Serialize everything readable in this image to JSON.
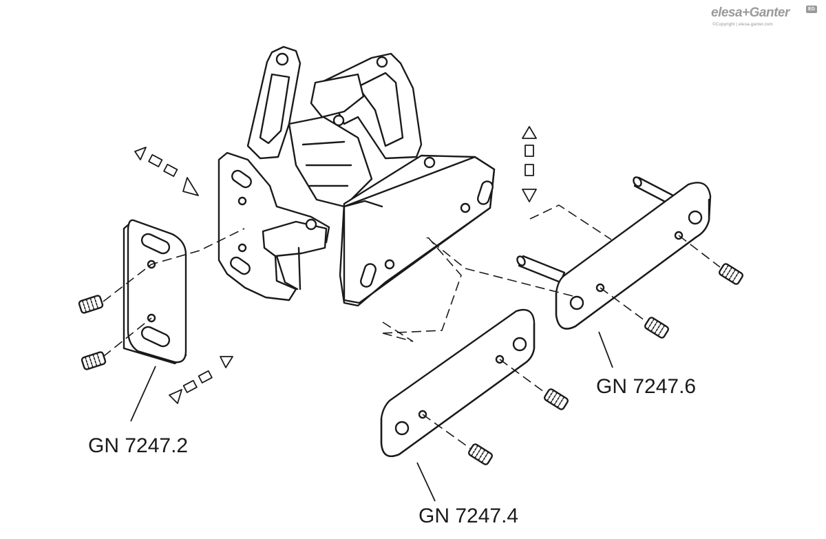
{
  "brand": {
    "name": "elesa+Ganter",
    "copyright": "©Copyright | elesa-ganter.com",
    "badge": "EG"
  },
  "callouts": {
    "part_2": "GN 7247.2",
    "part_4": "GN 7247.4",
    "part_6": "GN 7247.6"
  },
  "colors": {
    "line": "#1a1a1a",
    "fill": "#ffffff",
    "brand_grey": "#9a9a9a"
  }
}
